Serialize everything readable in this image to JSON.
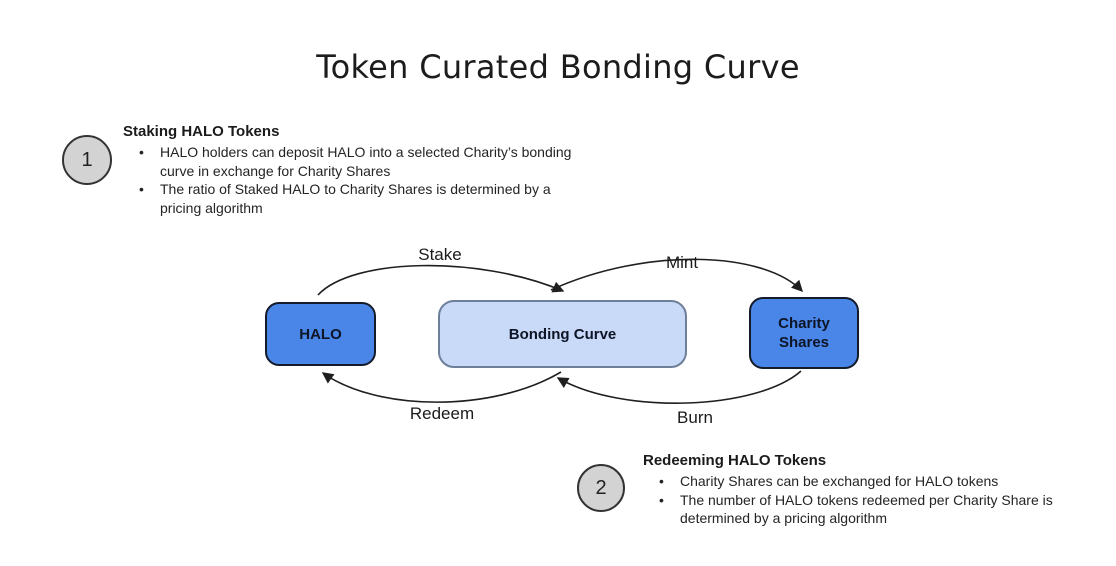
{
  "title": "Token Curated Bonding Curve",
  "colors": {
    "background": "#ffffff",
    "node_blue": "#4a86e8",
    "node_light_blue": "#c9daf8",
    "node_border_dark": "#141c2b",
    "node_border_light": "#6d7f99",
    "badge_gray": "#d3d3d3",
    "badge_border": "#333333",
    "arrow": "#1f1f1f",
    "text": "#1f1f1f"
  },
  "annotations": [
    {
      "number": "1",
      "heading": "Staking HALO Tokens",
      "bullets": [
        "HALO holders can deposit HALO into a selected Charity’s bonding curve in exchange for Charity Shares",
        "The ratio of Staked HALO to Charity Shares is determined by a pricing algorithm"
      ]
    },
    {
      "number": "2",
      "heading": "Redeeming HALO Tokens",
      "bullets": [
        "Charity Shares can be exchanged for HALO tokens",
        "The number of HALO tokens redeemed per Charity Share is determined by a pricing algorithm"
      ]
    }
  ],
  "diagram": {
    "nodes": [
      {
        "id": "halo",
        "label": "HALO"
      },
      {
        "id": "bonding-curve",
        "label": "Bonding Curve"
      },
      {
        "id": "charity-shares",
        "label": "Charity Shares"
      }
    ],
    "edges": [
      {
        "id": "stake",
        "label": "Stake",
        "from": "HALO",
        "to": "Bonding Curve"
      },
      {
        "id": "mint",
        "label": "Mint",
        "from": "Bonding Curve",
        "to": "Charity Shares"
      },
      {
        "id": "redeem",
        "label": "Redeem",
        "from": "Bonding Curve",
        "to": "HALO"
      },
      {
        "id": "burn",
        "label": "Burn",
        "from": "Charity Shares",
        "to": "Bonding Curve"
      }
    ]
  }
}
